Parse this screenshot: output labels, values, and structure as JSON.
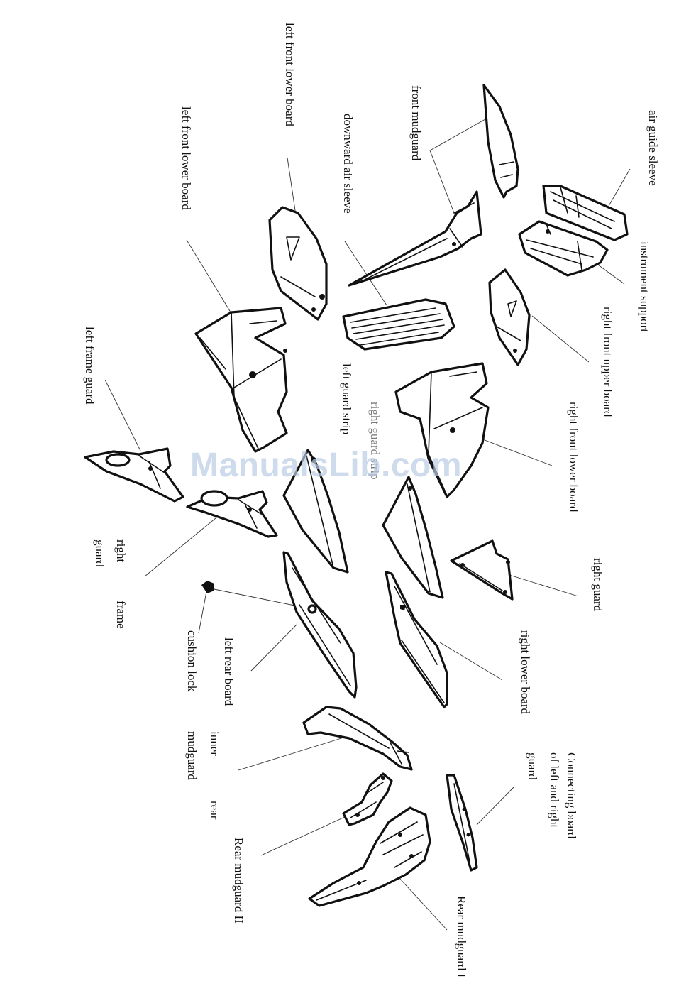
{
  "labels": {
    "air_guide_sleeve": "air guide sleeve",
    "instrument_support": "instrument support",
    "front_mudguard": "front mudguard",
    "left_front_lower_board_top": "left front lower board",
    "left_front_lower_board": "left front lower board",
    "downward_air_sleeve": "downward air sleeve",
    "right_front_upper_board": "right front upper board",
    "right_front_lower_board": "right front lower board",
    "left_guard_strip": "left guard strip",
    "right_guard_strip": "right guard strip",
    "left_frame_guard": "left frame guard",
    "right_frame_guard_1": "right",
    "right_frame_guard_2": "guard",
    "right_frame_guard_3": "frame",
    "right_guard": "right guard",
    "right_lower_board": "right lower board",
    "cushion_lock": "cushion lock",
    "left_rear_board": "left rear board",
    "inner_rear_mudguard_1": "inner",
    "inner_rear_mudguard_2": "mudguard",
    "inner_rear_mudguard_3": "rear",
    "connecting_board_1": "Connecting board",
    "connecting_board_2": "of left and right",
    "connecting_board_3": "guard",
    "rear_mudguard_2": "Rear mudguard II",
    "rear_mudguard_1": "Rear mudguard I"
  },
  "watermark": "ManualsLib.com"
}
